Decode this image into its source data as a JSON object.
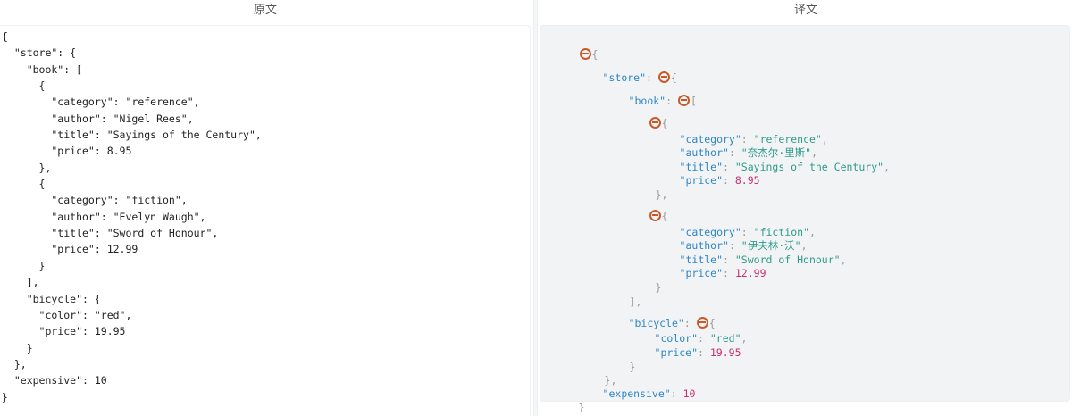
{
  "panes": {
    "left_title": "原文",
    "right_title": "译文"
  },
  "original": {
    "lines": [
      "{",
      "  \"store\": {",
      "    \"book\": [",
      "      {",
      "        \"category\": \"reference\",",
      "        \"author\": \"Nigel Rees\",",
      "        \"title\": \"Sayings of the Century\",",
      "        \"price\": 8.95",
      "      },",
      "      {",
      "        \"category\": \"fiction\",",
      "        \"author\": \"Evelyn Waugh\",",
      "        \"title\": \"Sword of Honour\",",
      "        \"price\": 12.99",
      "      }",
      "    ],",
      "    \"bicycle\": {",
      "      \"color\": \"red\",",
      "      \"price\": 19.95",
      "    }",
      "  },",
      "  \"expensive\": 10",
      "}"
    ]
  },
  "translated": {
    "root_open": "{",
    "root_close": "}",
    "store_key": "\"store\"",
    "store_open": "{",
    "store_close": "},",
    "book_key": "\"book\"",
    "book_open": "[",
    "book_close": "],",
    "colon": ": ",
    "books": [
      {
        "open": "{",
        "close": "},",
        "category_key": "\"category\"",
        "category": "\"reference\"",
        "author_key": "\"author\"",
        "author": "\"奈杰尔·里斯\"",
        "title_key": "\"title\"",
        "title": "\"Sayings of the Century\"",
        "price_key": "\"price\"",
        "price": "8.95"
      },
      {
        "open": "{",
        "close": "}",
        "category_key": "\"category\"",
        "category": "\"fiction\"",
        "author_key": "\"author\"",
        "author": "\"伊夫林·沃\"",
        "title_key": "\"title\"",
        "title": "\"Sword of Honour\"",
        "price_key": "\"price\"",
        "price": "12.99"
      }
    ],
    "bicycle_key": "\"bicycle\"",
    "bicycle_open": "{",
    "bicycle_close": "}",
    "color_key": "\"color\"",
    "color": "\"red\"",
    "bicycle_price_key": "\"price\"",
    "bicycle_price": "19.95",
    "expensive_key": "\"expensive\"",
    "expensive": "10",
    "comma": ",",
    "toggle_icon": "collapse-circle-minus"
  },
  "colors": {
    "key": "#2d86c4",
    "string": "#2f9b8b",
    "number": "#c8306f",
    "toggle": "#c85a2a",
    "punct": "#999999",
    "right_bg": "#f2f3f5"
  }
}
